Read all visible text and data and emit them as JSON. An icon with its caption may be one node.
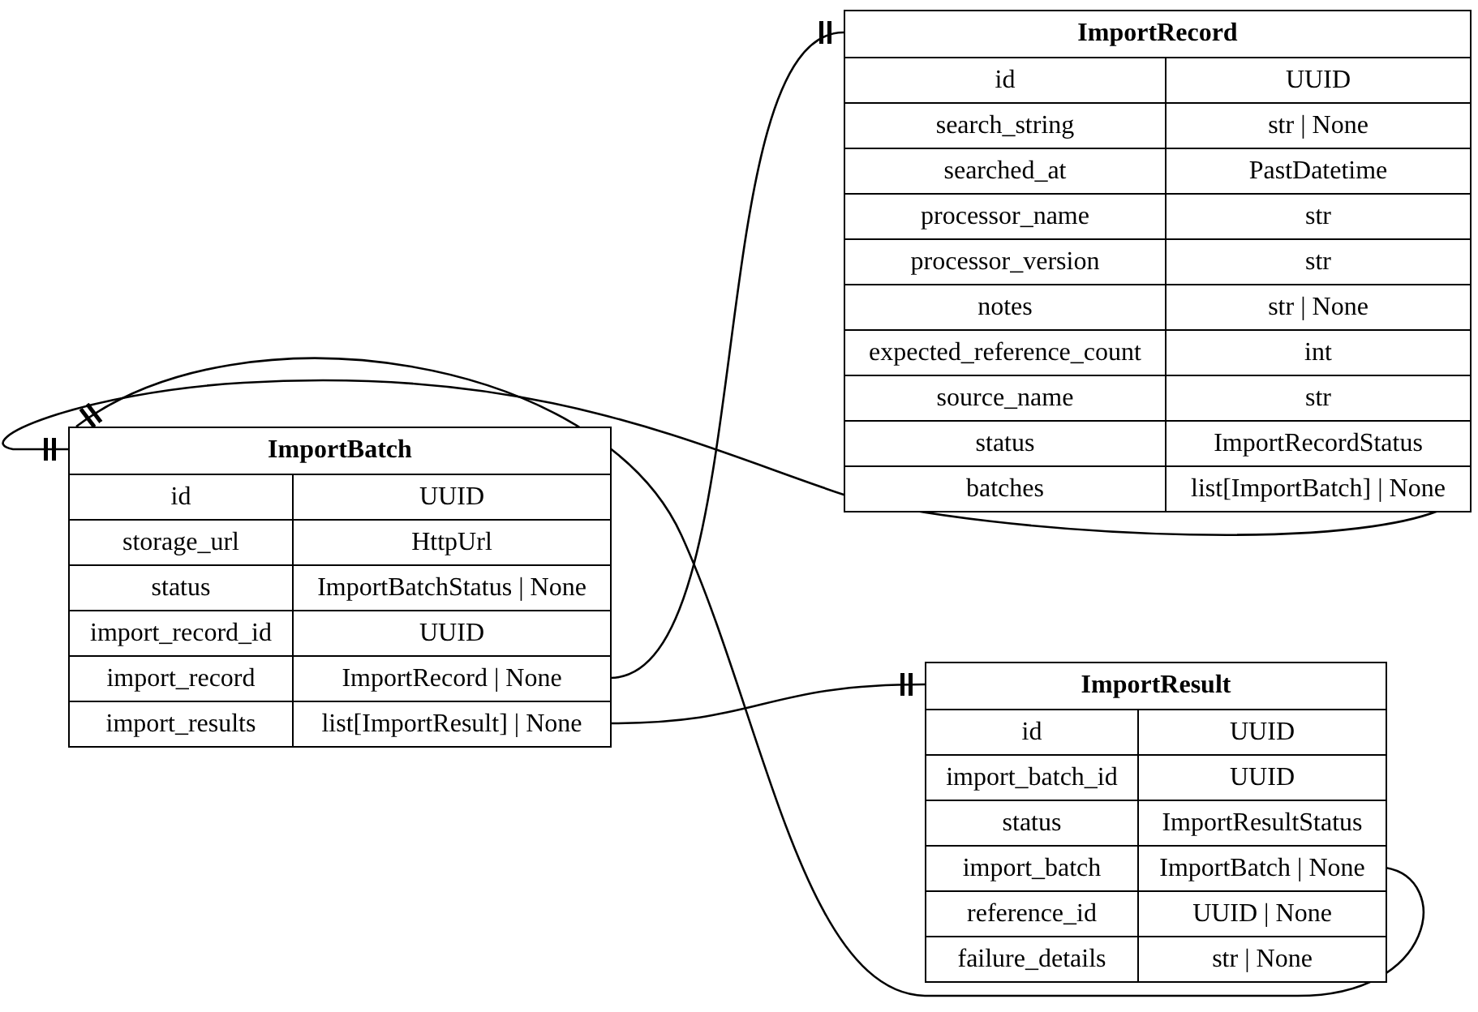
{
  "diagram": {
    "nodes": [
      {
        "text": [
          "ImportRecord"
        ]
      },
      {
        "text": [
          "id",
          "UUID"
        ],
        "in": 0
      },
      {
        "text": [
          "search_string",
          "str | None"
        ],
        "in": 0
      },
      {
        "text": [
          "searched_at",
          "PastDatetime"
        ],
        "in": 0
      },
      {
        "text": [
          "processor_name",
          "str"
        ],
        "in": 0
      },
      {
        "text": [
          "processor_version",
          "str"
        ],
        "in": 0
      },
      {
        "text": [
          "notes",
          "str | None"
        ],
        "in": 0
      },
      {
        "text": [
          "expected_reference_count",
          "int"
        ],
        "in": 0
      },
      {
        "text": [
          "source_name",
          "str"
        ],
        "in": 0
      },
      {
        "text": [
          "status",
          "ImportRecordStatus"
        ],
        "in": 0
      },
      {
        "text": [
          "batches",
          "list[ImportBatch] | None"
        ],
        "in": 0
      },
      {
        "text": [
          "ImportBatch"
        ]
      },
      {
        "text": [
          "id",
          "UUID"
        ],
        "in": 11
      },
      {
        "text": [
          "storage_url",
          "HttpUrl"
        ],
        "in": 11
      },
      {
        "text": [
          "status",
          "ImportBatchStatus | None"
        ],
        "in": 11
      },
      {
        "text": [
          "import_record_id",
          "UUID"
        ],
        "in": 11
      },
      {
        "text": [
          "import_record",
          "ImportRecord | None"
        ],
        "in": 11
      },
      {
        "text": [
          "import_results",
          "list[ImportResult] | None"
        ],
        "in": 11
      },
      {
        "text": [
          "ImportResult"
        ]
      },
      {
        "text": [
          "id",
          "UUID"
        ],
        "in": 18
      },
      {
        "text": [
          "import_batch_id",
          "UUID"
        ],
        "in": 18
      },
      {
        "text": [
          "status",
          "ImportResultStatus"
        ],
        "in": 18
      },
      {
        "text": [
          "import_batch",
          "ImportBatch | None"
        ],
        "in": 18
      },
      {
        "text": [
          "reference_id",
          "UUID | None"
        ],
        "in": 18
      },
      {
        "text": [
          "failure_details",
          "str | None"
        ],
        "in": 18
      }
    ],
    "edges": [
      {
        "from": 16,
        "to": 0,
        "arrow": "other"
      },
      {
        "from": 17,
        "to": 18,
        "arrow": "other"
      },
      {
        "from": 10,
        "to": 11,
        "arrow": "other"
      },
      {
        "from": 22,
        "to": 11,
        "arrow": "other"
      }
    ]
  }
}
